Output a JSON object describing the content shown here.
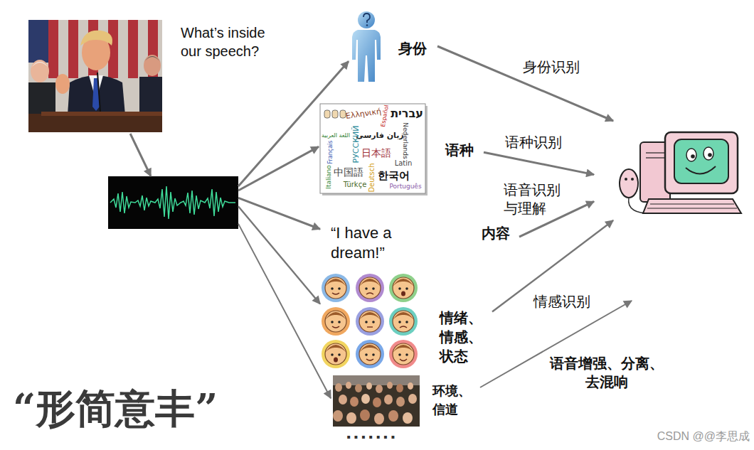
{
  "diagram": {
    "nodes": [
      {
        "text": [
          "What’s inside our speech?"
        ]
      },
      {
        "text": []
      },
      {
        "text": [
          "身份"
        ]
      },
      {
        "text": [
          "语种"
        ]
      },
      {
        "text": [
          "“I have a dream!”",
          "内容"
        ]
      },
      {
        "text": [
          "情绪、 情感、 状态"
        ]
      },
      {
        "text": [
          "环境、 信道"
        ]
      },
      {
        "text": []
      }
    ],
    "edges": [
      {
        "from": 0,
        "to": 1,
        "arrow": "to"
      },
      {
        "from": 1,
        "to": 2,
        "arrow": "to"
      },
      {
        "from": 1,
        "to": 3,
        "arrow": "to"
      },
      {
        "from": 1,
        "to": 4,
        "arrow": "to"
      },
      {
        "from": 1,
        "to": 5,
        "arrow": "to"
      },
      {
        "from": 1,
        "to": 6,
        "arrow": "to"
      },
      {
        "from": 2,
        "to": 7,
        "label": "身份识别",
        "arrow": "to"
      },
      {
        "from": 3,
        "to": 7,
        "label": "语种识别",
        "arrow": "to"
      },
      {
        "from": 4,
        "to": 7,
        "label": "语音识别 与理解",
        "arrow": "to"
      },
      {
        "from": 5,
        "to": 7,
        "label": "情感识别",
        "arrow": "to"
      },
      {
        "from": 6,
        "to": 7,
        "label": "语音增强、分离、 去混响",
        "arrow": "to"
      }
    ],
    "labels": [
      "Ελληνική",
      "עברית",
      "Español",
      "زبان فارسی",
      "اللغة العربية",
      "РУССКИЙ",
      "Nederlands",
      "Français",
      "日本語",
      "Latin",
      "Italiano",
      "中国語",
      "한국어",
      "Deutsch",
      "Türkçe",
      "Português",
      "·······",
      "“形简意丰”",
      "CSDN @@李思成"
    ]
  }
}
